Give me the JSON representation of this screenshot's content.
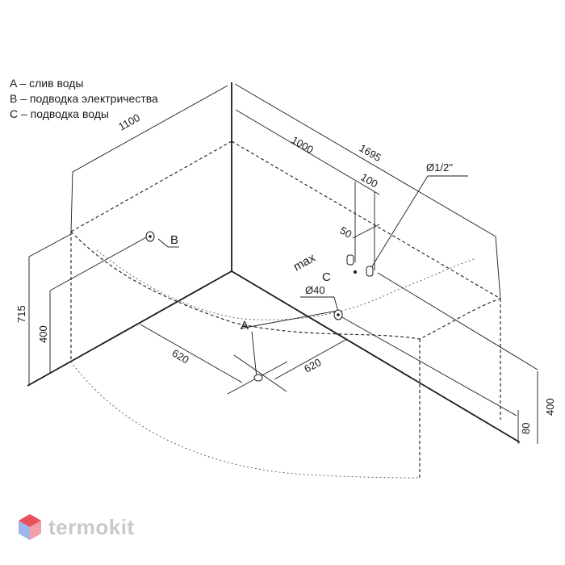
{
  "legend": {
    "a": "A – слив воды",
    "b": "B – подводка электричества",
    "c": "C – подводка воды"
  },
  "dimensions": {
    "width_left": "1100",
    "width_right": "1695",
    "depth_right": "1000",
    "offset_100": "100",
    "offset_50": "50",
    "max": "max",
    "pipe": "Ø1/2''",
    "drain_dia": "Ø40",
    "drain_left": "620",
    "drain_right": "620",
    "height_total": "715",
    "height_b": "400",
    "height_right": "400",
    "height_bottom": "80"
  },
  "markers": {
    "a": "A",
    "b": "B",
    "c": "C"
  },
  "watermark": {
    "text": "termokit",
    "logo_colors": [
      "#e8505b",
      "#9fb5e8",
      "#f2a0a6"
    ]
  }
}
